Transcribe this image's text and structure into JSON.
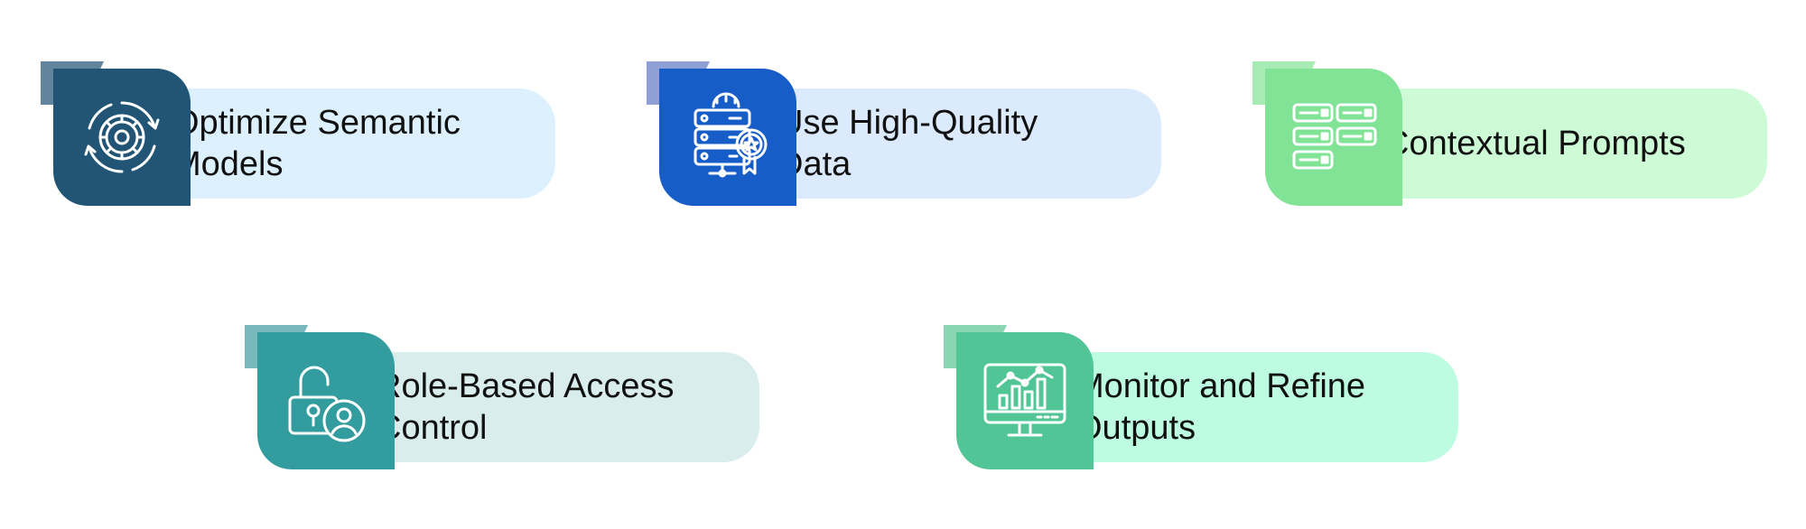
{
  "items": [
    {
      "label": "Optimize Semantic\nModels",
      "icon": "gear-cycle-icon",
      "box_color": "#215475",
      "tab_color": "#61859c",
      "pill_color": "#dcf1fd"
    },
    {
      "label": "Use High-Quality\nData",
      "icon": "server-badge-icon",
      "box_color": "#175dc8",
      "tab_color": "#8ea0d6",
      "pill_color": "#dbeafc"
    },
    {
      "label": "Contextual Prompts",
      "icon": "prompt-blocks-icon",
      "box_color": "#80e395",
      "tab_color": "#a9ebb5",
      "pill_color": "#ccfbd6"
    },
    {
      "label": "Role-Based Access\nControl",
      "icon": "unlock-user-icon",
      "box_color": "#339c9e",
      "tab_color": "#76b8bb",
      "pill_color": "#d8edec"
    },
    {
      "label": "Monitor and Refine\nOutputs",
      "icon": "monitor-chart-icon",
      "box_color": "#52c596",
      "tab_color": "#8ad6b3",
      "pill_color": "#bdfce0"
    }
  ]
}
